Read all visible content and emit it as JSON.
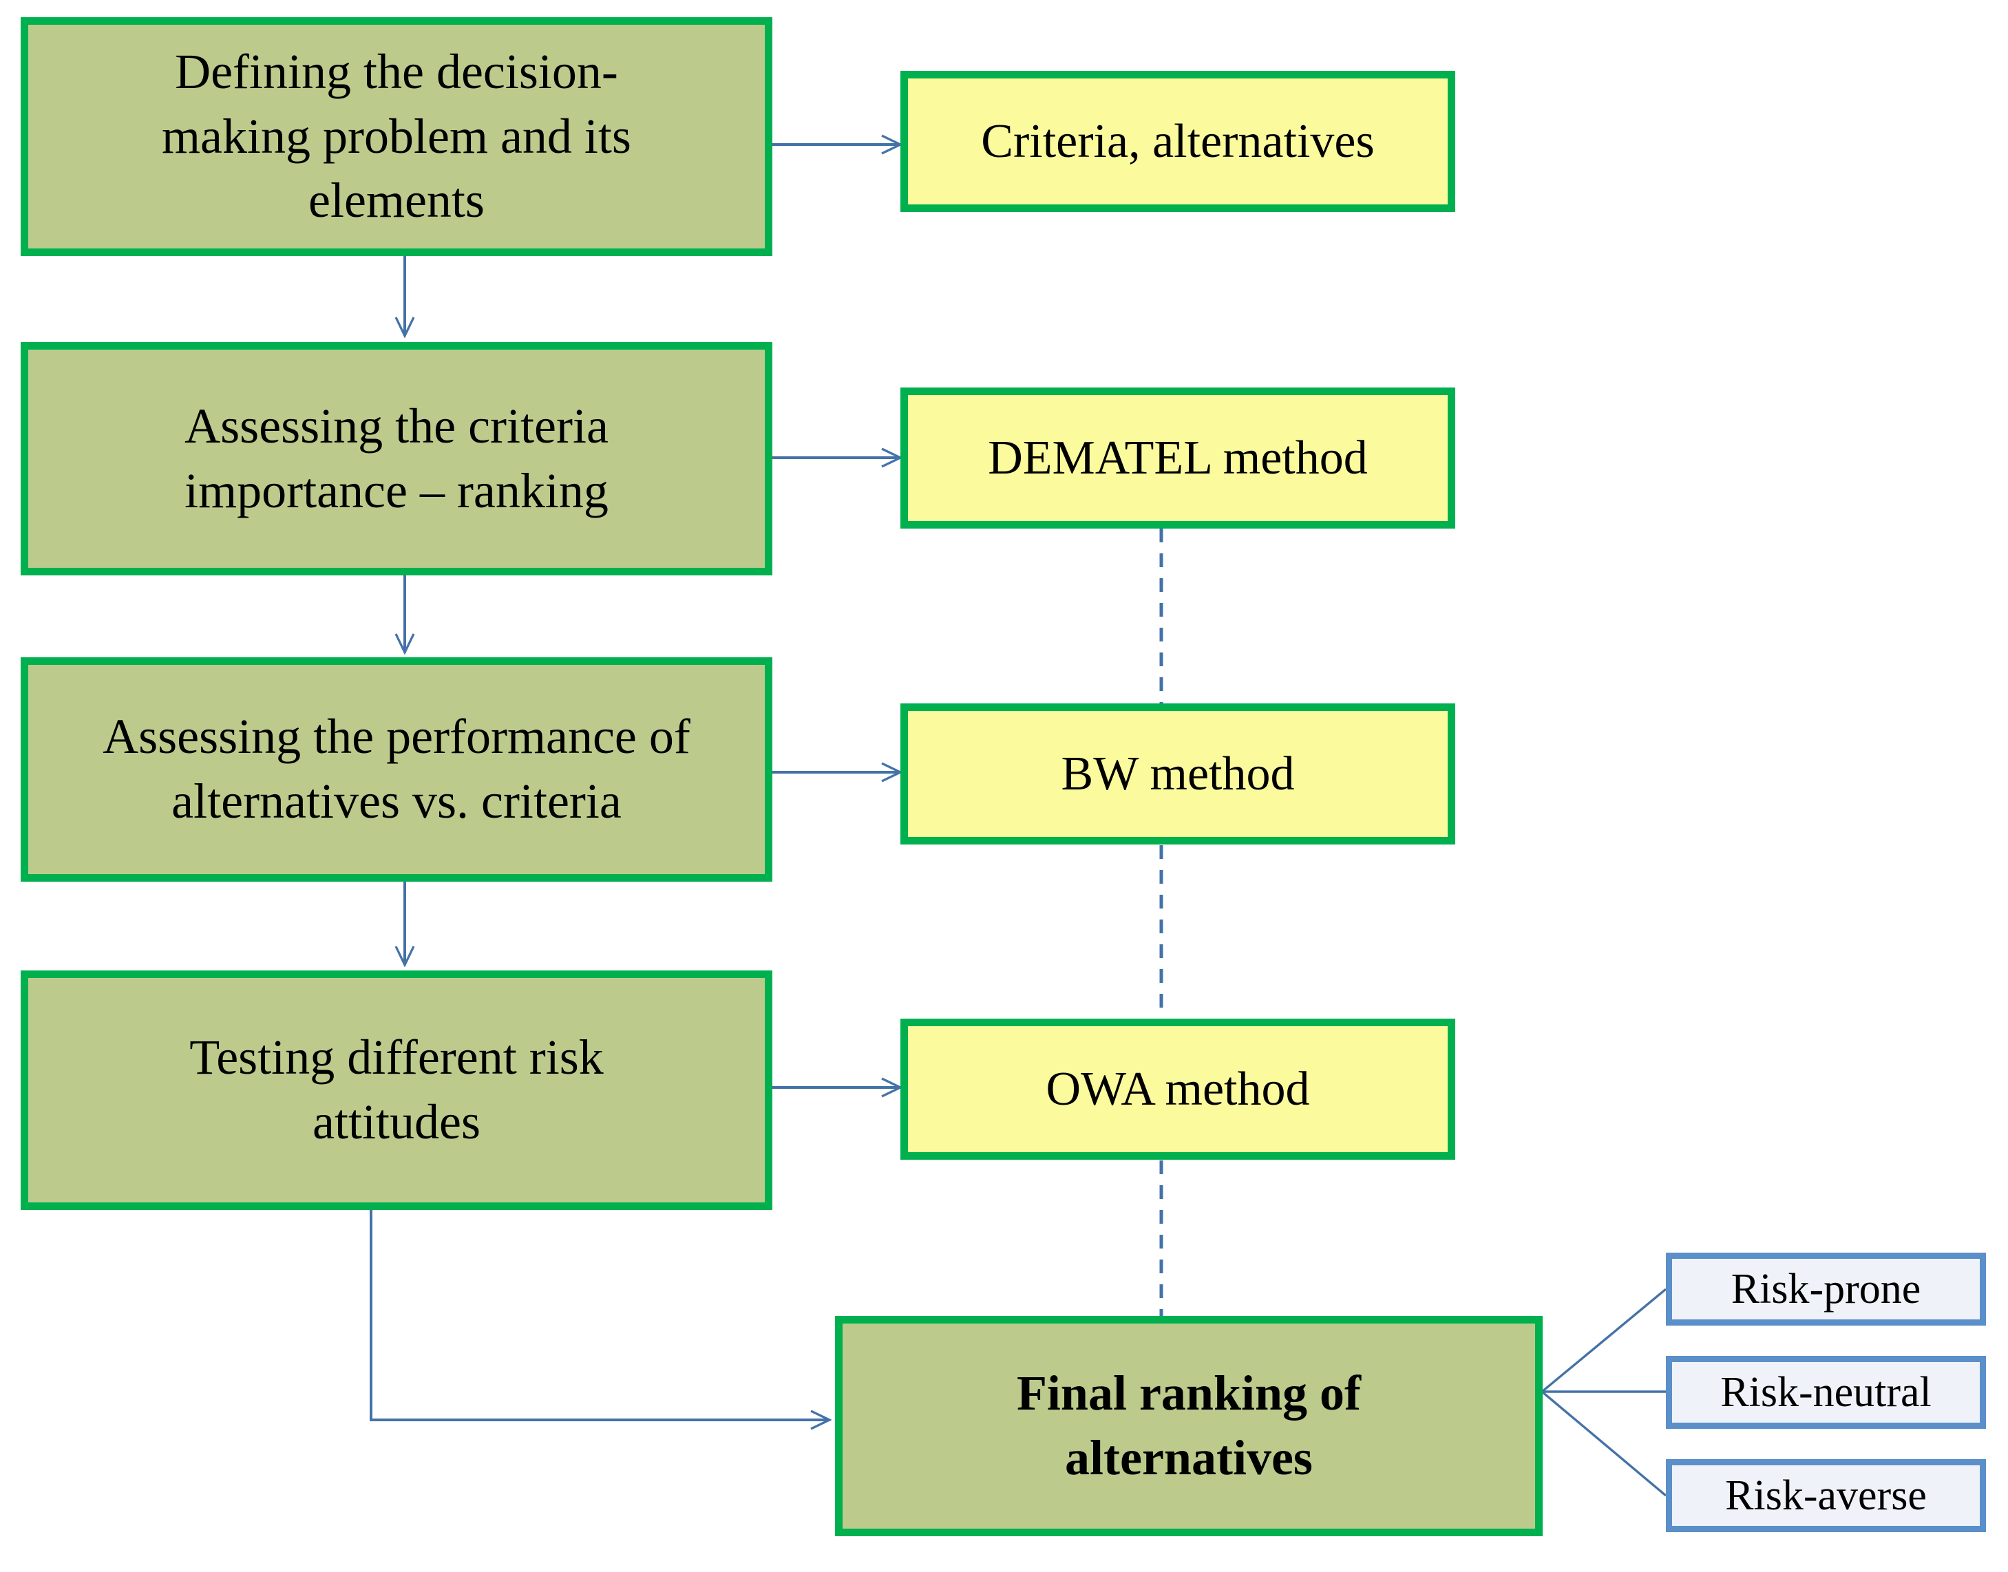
{
  "diagram": {
    "title": "Decision-making methodology flowchart",
    "colors": {
      "green_fill": "#BCCB8C",
      "green_border": "#00B04F",
      "yellow_fill": "#FBFB9E",
      "risk_fill": "#EFF3F9",
      "risk_border": "#5B8FC9",
      "connector": "#4472A8",
      "text": "#000000",
      "background": "#FFFFFF"
    },
    "steps": [
      {
        "id": "step-1",
        "label": "Defining the decision-\nmaking problem and its\nelements"
      },
      {
        "id": "step-2",
        "label": "Assessing the criteria\nimportance – ranking"
      },
      {
        "id": "step-3",
        "label": "Assessing the performance of\nalternatives vs. criteria"
      },
      {
        "id": "step-4",
        "label": "Testing different risk\nattitudes"
      }
    ],
    "methods": [
      {
        "id": "method-1",
        "label": "Criteria, alternatives"
      },
      {
        "id": "method-2",
        "label": "DEMATEL method"
      },
      {
        "id": "method-3",
        "label": "BW method"
      },
      {
        "id": "method-4",
        "label": "OWA  method"
      }
    ],
    "result": {
      "id": "final-ranking",
      "label": "Final ranking of\nalternatives"
    },
    "risk_attitudes": [
      {
        "id": "risk-prone",
        "label": "Risk-prone"
      },
      {
        "id": "risk-neutral",
        "label": "Risk-neutral"
      },
      {
        "id": "risk-averse",
        "label": "Risk-averse"
      }
    ]
  }
}
